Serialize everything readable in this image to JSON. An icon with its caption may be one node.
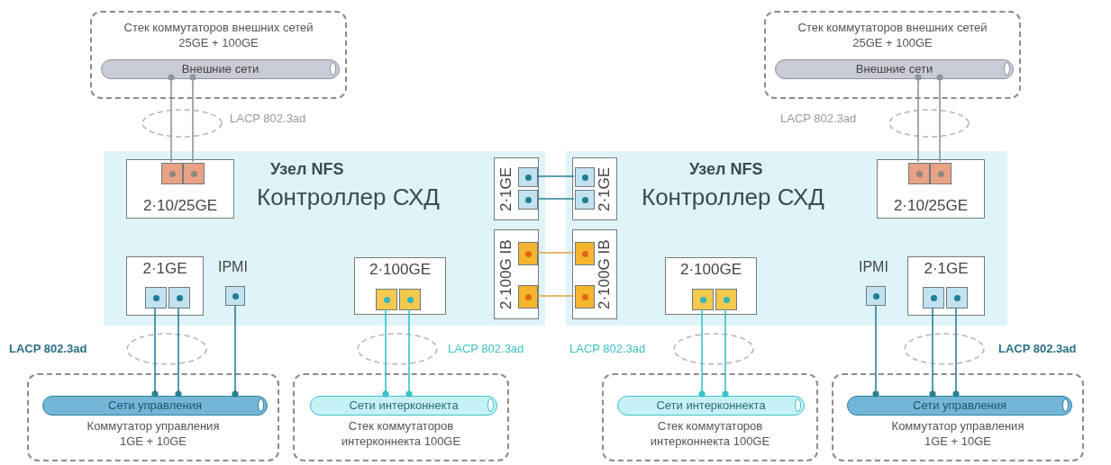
{
  "diagram": {
    "nodes": [
      {
        "text": [
          "Стек коммутаторов внешних сетей",
          "25GE + 100GE"
        ]
      },
      {
        "text": [
          "Внешние сети"
        ],
        "in": 0
      },
      {
        "text": [
          "Стек коммутаторов внешних сетей",
          "25GE + 100GE"
        ]
      },
      {
        "text": [
          "Внешние сети"
        ],
        "in": 2
      },
      {
        "text": [
          "Узел NFS",
          "Контроллер СХД"
        ]
      },
      {
        "text": [
          "2·10/25GE"
        ],
        "in": 4
      },
      {
        "text": [],
        "shape": "box",
        "in": 5
      },
      {
        "text": [],
        "shape": "box",
        "in": 5
      },
      {
        "text": [
          "2·1GE"
        ],
        "in": 4
      },
      {
        "text": [],
        "shape": "box",
        "in": 8
      },
      {
        "text": [],
        "shape": "box",
        "in": 8
      },
      {
        "text": [
          "2·100G IB"
        ],
        "in": 4
      },
      {
        "text": [],
        "shape": "box",
        "in": 11
      },
      {
        "text": [],
        "shape": "box",
        "in": 11
      },
      {
        "text": [
          "2·1GE"
        ],
        "in": 4
      },
      {
        "text": [],
        "shape": "box",
        "in": 14
      },
      {
        "text": [],
        "shape": "box",
        "in": 14
      },
      {
        "text": [],
        "shape": "box",
        "in": 4,
        "beside": [
          "IPMI"
        ]
      },
      {
        "text": [
          "2·100GE"
        ],
        "in": 4
      },
      {
        "text": [],
        "shape": "box",
        "in": 18
      },
      {
        "text": [],
        "shape": "box",
        "in": 18
      },
      {
        "text": [
          "Узел NFS",
          "Контроллер СХД"
        ]
      },
      {
        "text": [
          "2·10/25GE"
        ],
        "in": 21
      },
      {
        "text": [],
        "shape": "box",
        "in": 22
      },
      {
        "text": [],
        "shape": "box",
        "in": 22
      },
      {
        "text": [
          "2·1GE"
        ],
        "in": 21
      },
      {
        "text": [],
        "shape": "box",
        "in": 25
      },
      {
        "text": [],
        "shape": "box",
        "in": 25
      },
      {
        "text": [
          "2·100G IB"
        ],
        "in": 21
      },
      {
        "text": [],
        "shape": "box",
        "in": 28
      },
      {
        "text": [],
        "shape": "box",
        "in": 28
      },
      {
        "text": [
          "2·100GE"
        ],
        "in": 21
      },
      {
        "text": [],
        "shape": "box",
        "in": 31
      },
      {
        "text": [],
        "shape": "box",
        "in": 31
      },
      {
        "text": [],
        "shape": "box",
        "in": 21,
        "beside": [
          "IPMI"
        ]
      },
      {
        "text": [
          "2·1GE"
        ],
        "in": 21
      },
      {
        "text": [],
        "shape": "box",
        "in": 35
      },
      {
        "text": [],
        "shape": "box",
        "in": 35
      },
      {
        "text": [
          "Коммутатор управления",
          "1GE + 10GE"
        ]
      },
      {
        "text": [
          "Сети управления"
        ],
        "in": 38
      },
      {
        "text": [
          "Стек коммутаторов интерконнекта 100GE"
        ]
      },
      {
        "text": [
          "Сети интерконнекта"
        ],
        "in": 40
      },
      {
        "text": [
          "Стек коммутаторов интерконнекта 100GE"
        ]
      },
      {
        "text": [
          "Сети интерконнекта"
        ],
        "in": 42
      },
      {
        "text": [
          "Коммутатор управления",
          "1GE + 10GE"
        ]
      },
      {
        "text": [
          "Сети управления"
        ],
        "in": 44
      }
    ],
    "edges": [
      {
        "from": 6,
        "to": 1,
        "arrow": "other",
        "color": "#8f949b"
      },
      {
        "from": 7,
        "to": 1,
        "arrow": "other",
        "color": "#8f949b"
      },
      {
        "from": 23,
        "to": 3,
        "arrow": "other",
        "color": "#8f949b"
      },
      {
        "from": 24,
        "to": 3,
        "arrow": "other",
        "color": "#8f949b"
      },
      {
        "from": 9,
        "to": 26,
        "arrow": "none"
      },
      {
        "from": 10,
        "to": 27,
        "arrow": "none"
      },
      {
        "from": 12,
        "to": 29,
        "arrow": "none",
        "color": "#e0a040"
      },
      {
        "from": 13,
        "to": 30,
        "arrow": "none",
        "color": "#e0a040"
      },
      {
        "from": 15,
        "to": 39,
        "arrow": "other"
      },
      {
        "from": 16,
        "to": 39,
        "arrow": "other"
      },
      {
        "from": 17,
        "to": 39,
        "arrow": "other"
      },
      {
        "from": 19,
        "to": 41,
        "arrow": "other",
        "color": "#38c2c8"
      },
      {
        "from": 20,
        "to": 41,
        "arrow": "other",
        "color": "#38c2c8"
      },
      {
        "from": 32,
        "to": 43,
        "arrow": "other",
        "color": "#38c2c8"
      },
      {
        "from": 33,
        "to": 43,
        "arrow": "other",
        "color": "#38c2c8"
      },
      {
        "from": 34,
        "to": 45,
        "arrow": "other"
      },
      {
        "from": 36,
        "to": 45,
        "arrow": "other"
      },
      {
        "from": 37,
        "to": 45,
        "arrow": "other"
      }
    ],
    "labels": [
      "LACP 802.3ad",
      "LACP 802.3ad",
      "LACP 802.3ad",
      "LACP 802.3ad",
      "LACP 802.3ad",
      "LACP 802.3ad"
    ]
  }
}
